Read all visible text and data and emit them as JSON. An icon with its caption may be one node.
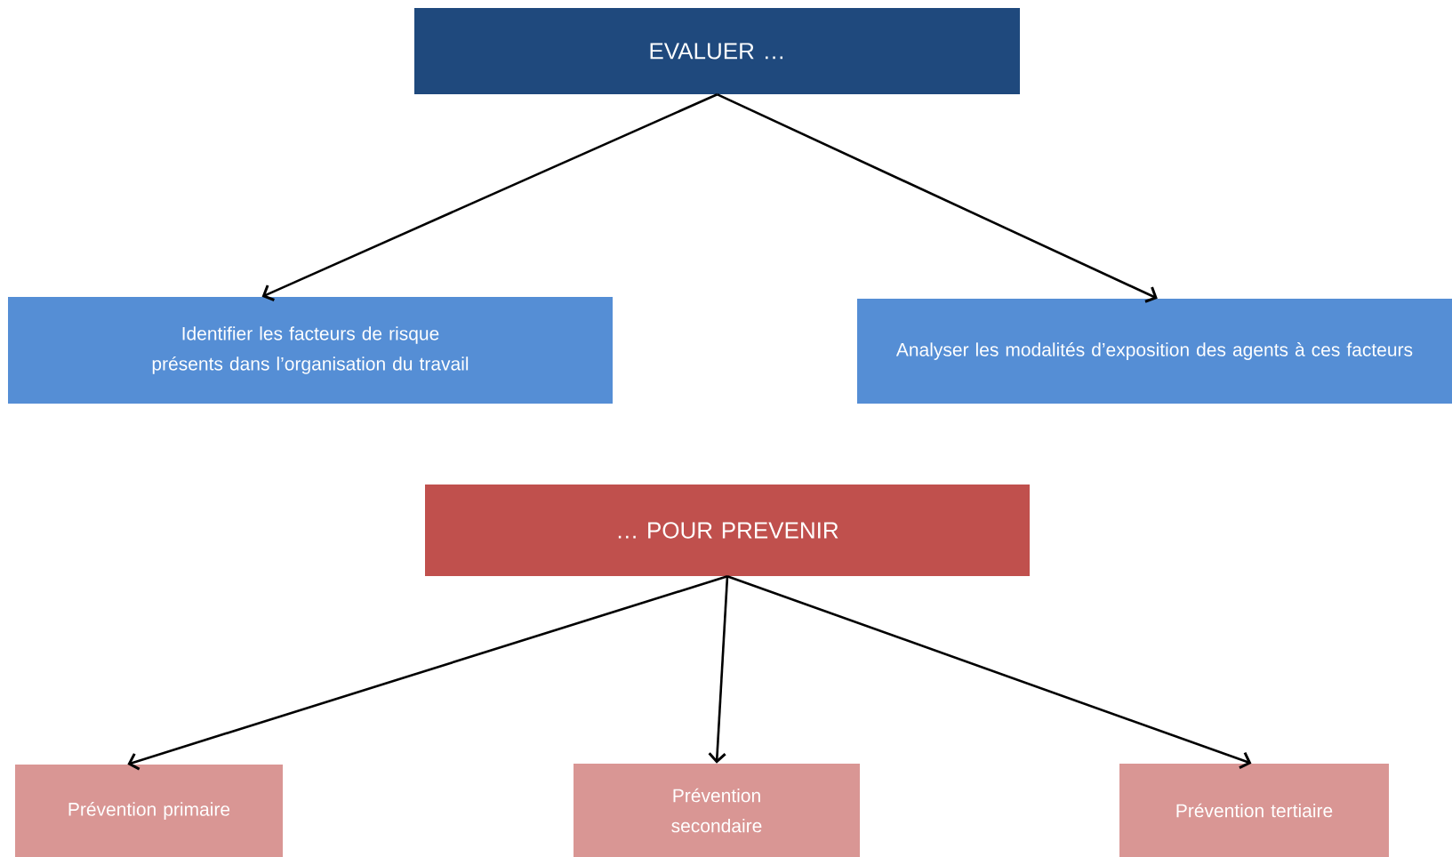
{
  "diagram": {
    "nodes": [
      {
        "text": [
          "EVALUER …"
        ]
      },
      {
        "text": [
          "Identifier les facteurs de risque présents dans l’organisation du travail"
        ]
      },
      {
        "text": [
          "Analyser les modalités d’exposition des agents à ces facteurs"
        ]
      },
      {
        "text": [
          "… POUR PREVENIR"
        ]
      },
      {
        "text": [
          "Prévention primaire"
        ]
      },
      {
        "text": [
          "Prévention secondaire"
        ]
      },
      {
        "text": [
          "Prévention tertiaire"
        ]
      }
    ],
    "edges": [
      {
        "from": 0,
        "to": 1,
        "arrow": "to"
      },
      {
        "from": 0,
        "to": 2,
        "arrow": "to"
      },
      {
        "from": 3,
        "to": 4,
        "arrow": "to"
      },
      {
        "from": 3,
        "to": 5,
        "arrow": "to"
      },
      {
        "from": 3,
        "to": 6,
        "arrow": "to"
      }
    ]
  }
}
